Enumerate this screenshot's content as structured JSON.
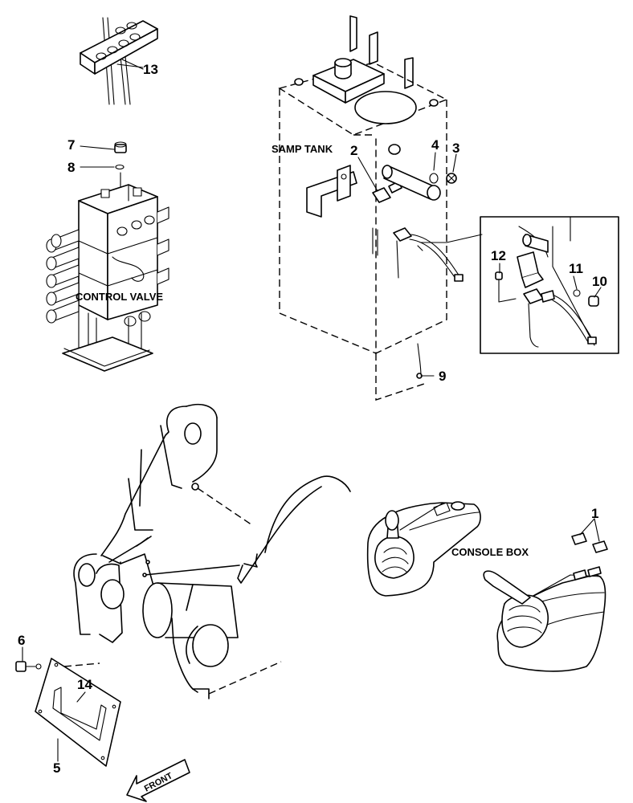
{
  "labels": {
    "samp_tank": "SAMP TANK",
    "control_valve": "CONTROL VALVE",
    "console_box": "CONSOLE BOX",
    "front": "FRONT"
  },
  "callouts": {
    "c1": "1",
    "c2": "2",
    "c3": "3",
    "c4": "4",
    "c5": "5",
    "c6": "6",
    "c7": "7",
    "c8": "8",
    "c9": "9",
    "c10": "10",
    "c11": "11",
    "c12": "12",
    "c13": "13",
    "c14": "14"
  }
}
